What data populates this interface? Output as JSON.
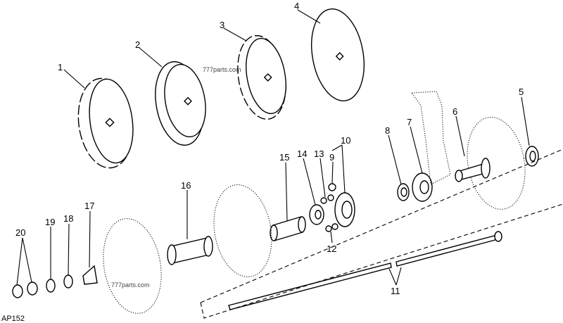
{
  "diagram": {
    "code": "AP152",
    "watermarks": [
      "777parts.com",
      "777parts.com"
    ],
    "callouts": [
      "1",
      "2",
      "3",
      "4",
      "5",
      "6",
      "7",
      "8",
      "9",
      "10",
      "11",
      "12",
      "13",
      "14",
      "15",
      "16",
      "17",
      "18",
      "19",
      "20"
    ]
  }
}
